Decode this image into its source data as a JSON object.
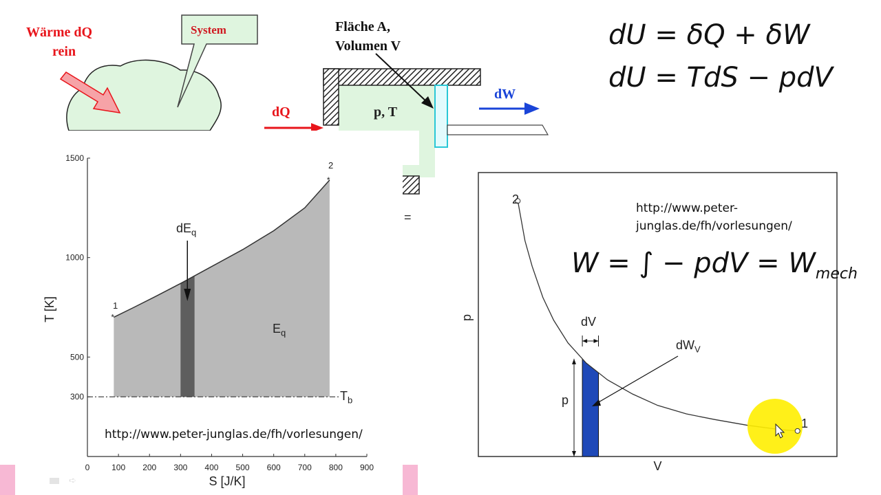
{
  "system_diagram": {
    "heat_in_label": [
      "Wärme dQ",
      "rein"
    ],
    "system_label": "System",
    "inner_label_fragment": "p, T",
    "area_volume_label": [
      "Fläche A,",
      "Volumen V"
    ],
    "cylinder_label": "p, T",
    "dq_label": "dQ",
    "dw_label": "dW",
    "colors": {
      "heat": "#e8151b",
      "work": "#1a44d8",
      "gas": "#dff5df",
      "system_text": "#d01820",
      "piston": "#e3fbfd",
      "piston_edge": "#29c7d6"
    }
  },
  "equations": {
    "line1": "dU = δQ + δW",
    "line2": "dU = TdS − pdV"
  },
  "ts_chart": {
    "url": "http://www.peter-junglas.de/fh/vorlesungen/",
    "colors": {
      "area": "#b9b9b9",
      "strip": "#5e5e5e"
    },
    "point_labels": {
      "start": "1",
      "end": "2"
    },
    "area_label": {
      "base": "E",
      "sub": "q"
    },
    "strip_label": {
      "base": "dE",
      "sub": "q"
    },
    "baseline_label": {
      "base": "T",
      "sub": "b"
    }
  },
  "pv_chart": {
    "url": [
      "http://www.peter-",
      "junglas.de/fh/vorlesungen/"
    ],
    "formula": {
      "main": "W = ∫ − pdV = W",
      "sub": "mech"
    },
    "colors": {
      "strip": "#1f49b8",
      "cursor": "#ffee00"
    },
    "point_labels": {
      "start": "1",
      "end": "2"
    },
    "dv_label": "dV",
    "p_label": "p",
    "dw_label": {
      "base": "dW",
      "sub": "V"
    }
  },
  "bottom_strip": {
    "colors": {
      "accent": "#f7b8d4"
    }
  },
  "chart_data": [
    {
      "type": "area",
      "xlabel": "S [J/K]",
      "ylabel": "T [K]",
      "xlim": [
        0,
        900
      ],
      "ylim": [
        0,
        1500
      ],
      "xticks": [
        0,
        100,
        200,
        300,
        400,
        500,
        600,
        700,
        800,
        900
      ],
      "yticks": [
        300,
        500,
        1000,
        1500
      ],
      "baseline": 300,
      "series": [
        {
          "x": [
            85,
            150,
            220,
            300,
            400,
            500,
            600,
            700,
            780
          ],
          "y": [
            700,
            750,
            805,
            870,
            955,
            1040,
            1135,
            1250,
            1390
          ]
        }
      ],
      "highlight_strip": [
        300,
        345
      ]
    },
    {
      "type": "line",
      "xlabel": "V",
      "ylabel": "p",
      "xlim": [
        0,
        100
      ],
      "ylim": [
        0,
        100
      ],
      "series": [
        {
          "x": [
            11,
            13,
            15,
            18,
            21,
            25,
            30,
            36,
            43,
            50,
            58,
            66,
            75,
            84,
            89
          ],
          "y": [
            90,
            76,
            67,
            56,
            48,
            40,
            33,
            27,
            22,
            18,
            15,
            13,
            11,
            9.5,
            9
          ]
        }
      ],
      "highlight_strip": [
        29,
        33.5
      ]
    }
  ]
}
